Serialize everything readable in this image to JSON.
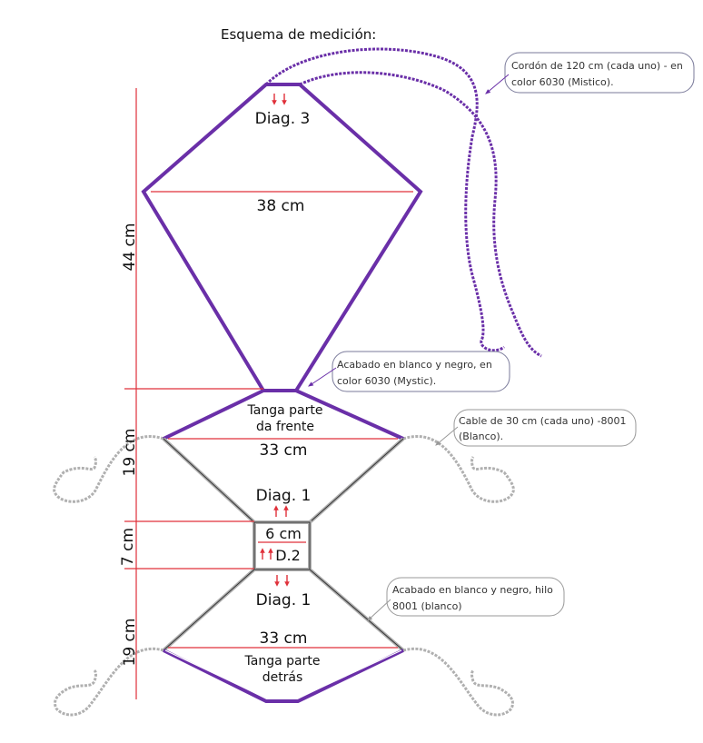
{
  "title": "Esquema de medición:",
  "colors": {
    "purple": "#6a2fa8",
    "gray": "#a8a8a8",
    "red": "#e0303a",
    "black": "#111111"
  },
  "labels": {
    "diag3": "Diag. 3",
    "width_top": "38 cm",
    "height_top": "44 cm",
    "front_1": "Tanga parte",
    "front_2": "da frente",
    "width_front": "33 cm",
    "height_front": "19 cm",
    "diag1_upper": "Diag. 1",
    "center_width": "6 cm",
    "d2": "D.2",
    "height_center": "7 cm",
    "diag1_lower": "Diag. 1",
    "width_back": "33 cm",
    "back_1": "Tanga parte",
    "back_2": "detrás",
    "height_back": "19 cm"
  },
  "notes": {
    "cord": [
      "Cordón de 120 cm (cada uno) - en",
      "color 6030 (Mistico)."
    ],
    "finish_purple": [
      "Acabado en blanco y negro, en",
      "color 6030 (Mystic)."
    ],
    "cable": [
      "Cable de 30 cm (cada uno) -8001",
      "(Blanco)."
    ],
    "finish_white": [
      "Acabado en blanco y negro, hilo",
      "8001 (blanco)"
    ]
  }
}
